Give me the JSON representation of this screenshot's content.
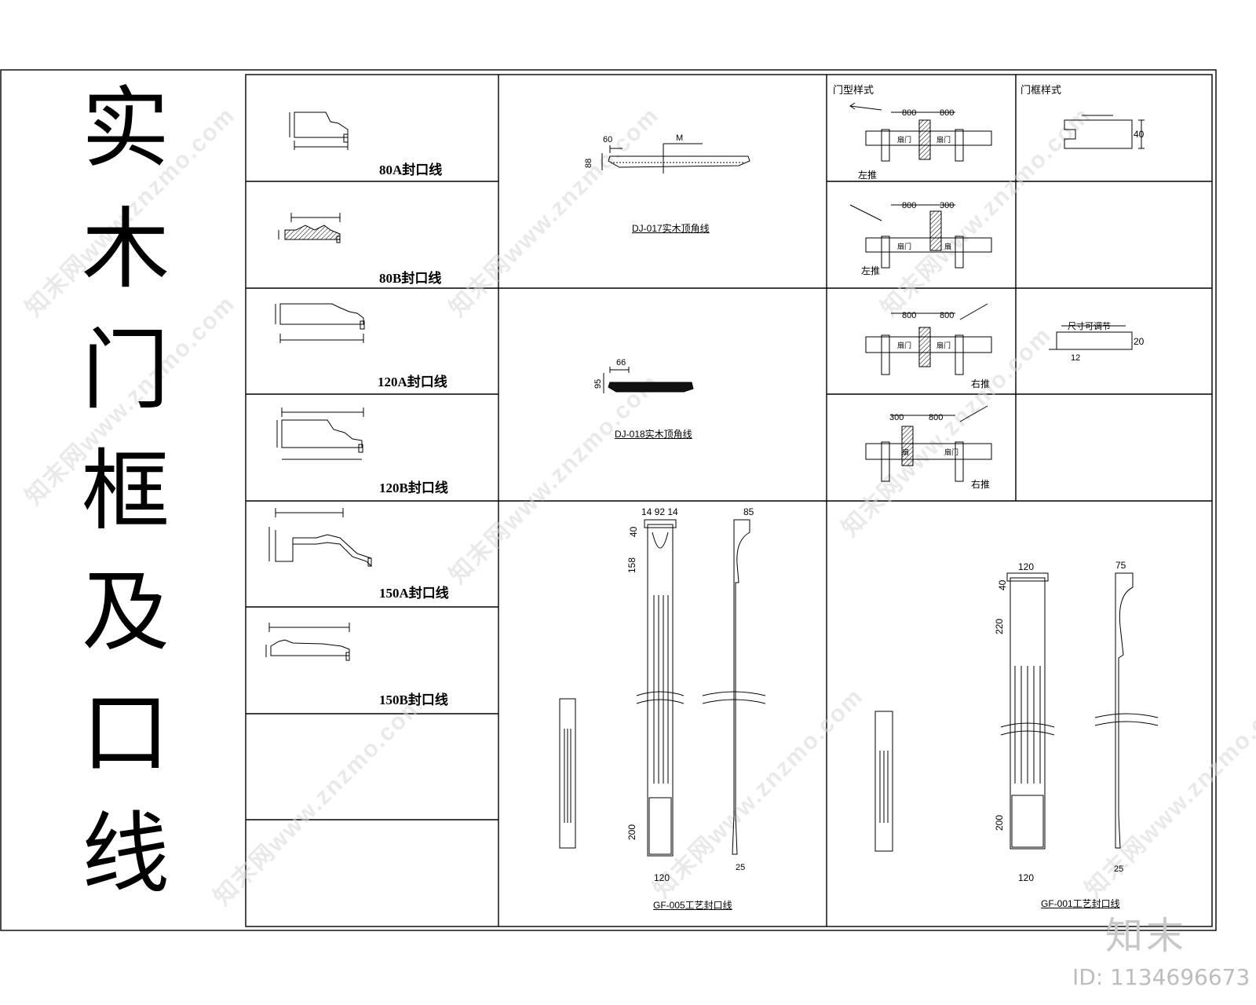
{
  "title_chars": [
    "实",
    "木",
    "门",
    "框",
    "及",
    "口",
    "线"
  ],
  "profiles": [
    {
      "label": "80A封口线"
    },
    {
      "label": "80B封口线"
    },
    {
      "label": "120A封口线"
    },
    {
      "label": "120B封口线"
    },
    {
      "label": "150A封口线"
    },
    {
      "label": "150B封口线"
    }
  ],
  "cornice": [
    {
      "caption": "DJ-017实木顶角线",
      "dims": [
        "60",
        "88",
        "M"
      ]
    },
    {
      "caption": "DJ-018实木顶角线",
      "dims": [
        "66",
        "95"
      ]
    }
  ],
  "door_styles": {
    "heading": "门型样式",
    "diagrams": [
      {
        "dims": [
          "800",
          "800"
        ],
        "push": "左推",
        "leaves": [
          "扇门",
          "扇门"
        ]
      },
      {
        "dims": [
          "800",
          "300"
        ],
        "push": "左推",
        "leaves": [
          "扇门",
          "扇"
        ]
      },
      {
        "dims": [
          "800",
          "800"
        ],
        "push": "右推",
        "leaves": [
          "扇门",
          "扇门"
        ]
      },
      {
        "dims": [
          "300",
          "800"
        ],
        "push": "右推",
        "leaves": [
          "扇",
          "扇门"
        ]
      }
    ]
  },
  "frame_styles": {
    "heading": "门框样式",
    "dim_40": "40",
    "adjustable": "尺寸可调节",
    "dim_20": "20",
    "dim_12": "12"
  },
  "pilasters": [
    {
      "caption": "GF-005工艺封口线",
      "top_dims": "14 92 14",
      "side_dim": "85",
      "dims": [
        "40",
        "158",
        "200",
        "120",
        "25"
      ]
    },
    {
      "caption": "GF-001工艺封口线",
      "top_dims": "120",
      "side_dim": "75",
      "dims": [
        "40",
        "220",
        "200",
        "120",
        "25"
      ]
    }
  ],
  "watermark": {
    "brand": "知末",
    "id": "ID: 1134696673",
    "site": "知末网www.znzmo.com"
  }
}
